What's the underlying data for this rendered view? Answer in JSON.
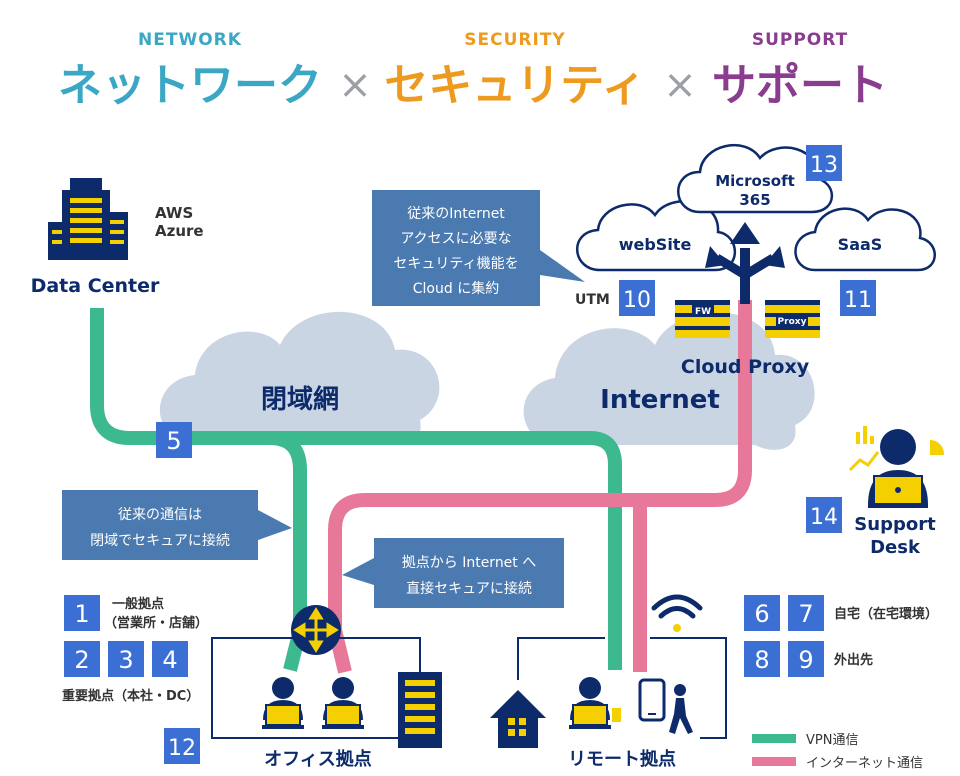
{
  "header": {
    "sub_network": "NETWORK",
    "sub_security": "SECURITY",
    "sub_support": "SUPPORT",
    "title_network": "ネットワーク",
    "title_security": "セキュリティ",
    "title_support": "サポート",
    "times": "×"
  },
  "colors": {
    "network": "#3aa7c4",
    "security": "#ee9a1e",
    "support": "#8a3c8f",
    "navy": "#0d2a6b",
    "badge": "#3b6fd4",
    "callout": "#4a7ab0",
    "cloud": "#c9d5e3",
    "vpn": "#3cb98f",
    "internet_line": "#e8789a",
    "yellow": "#f5d000"
  },
  "datacenter": {
    "label": "Data Center",
    "clouds": [
      "AWS",
      "Azure"
    ]
  },
  "clouds": {
    "closed_net": "閉域網",
    "internet": "Internet",
    "website": "webSite",
    "microsoft": [
      "Microsoft",
      "365"
    ],
    "saas": "SaaS"
  },
  "cloud_proxy": {
    "label": "Cloud Proxy",
    "fw": "FW",
    "proxy": "Proxy",
    "utm": "UTM"
  },
  "callouts": {
    "cloud_security": [
      "従来のInternet",
      "アクセスに必要な",
      "セキュリティ機能を",
      "Cloud に集約"
    ],
    "closed_secure": [
      "従来の通信は",
      "閉域でセキュアに接続"
    ],
    "direct_secure": [
      "拠点から Internet へ",
      "直接セキュアに接続"
    ]
  },
  "badges": [
    "1",
    "2",
    "3",
    "4",
    "5",
    "6",
    "7",
    "8",
    "9",
    "10",
    "11",
    "12",
    "13",
    "14"
  ],
  "labels": {
    "general_site": [
      "一般拠点",
      "（営業所・店舗）"
    ],
    "important_site": "重要拠点（本社・DC）",
    "home": "自宅（在宅環境）",
    "outside": "外出先",
    "office": "オフィス拠点",
    "remote": "リモート拠点",
    "support_desk": [
      "Support",
      "Desk"
    ]
  },
  "legend": {
    "vpn": "VPN通信",
    "internet": "インターネット通信"
  }
}
